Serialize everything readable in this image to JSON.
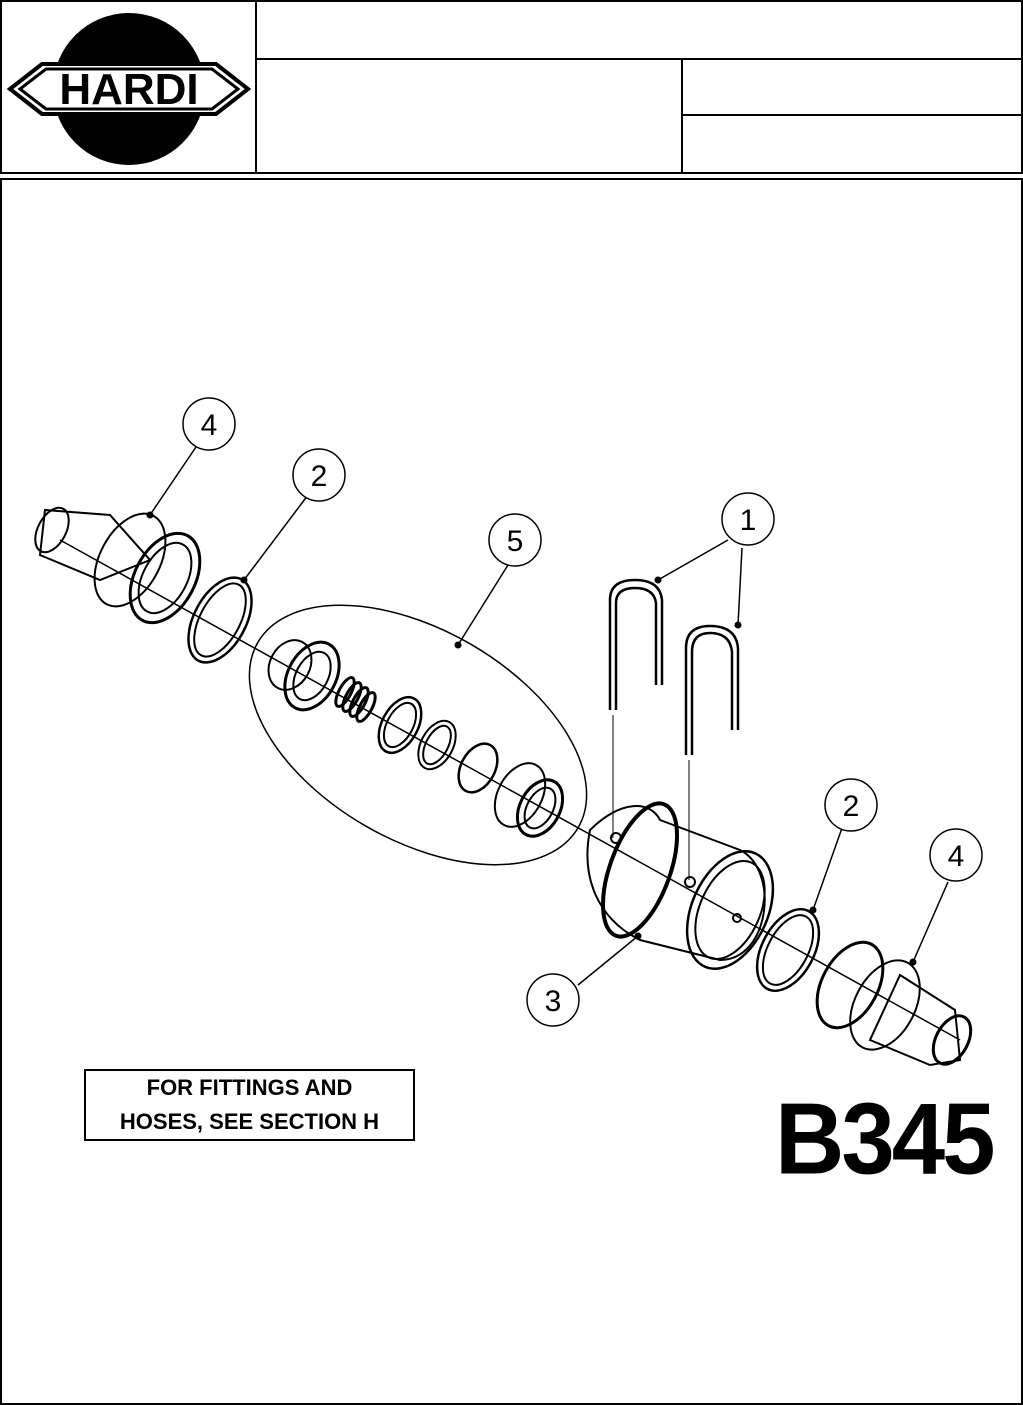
{
  "header": {
    "logo_text": "HARDI"
  },
  "callouts": [
    {
      "id": "callout-1",
      "label": "1"
    },
    {
      "id": "callout-2a",
      "label": "2"
    },
    {
      "id": "callout-2b",
      "label": "2"
    },
    {
      "id": "callout-3",
      "label": "3"
    },
    {
      "id": "callout-4a",
      "label": "4"
    },
    {
      "id": "callout-4b",
      "label": "4"
    },
    {
      "id": "callout-5",
      "label": "5"
    }
  ],
  "note": {
    "line1": "FOR FITTINGS AND",
    "line2": "HOSES, SEE SECTION H"
  },
  "drawing_code": "B345"
}
